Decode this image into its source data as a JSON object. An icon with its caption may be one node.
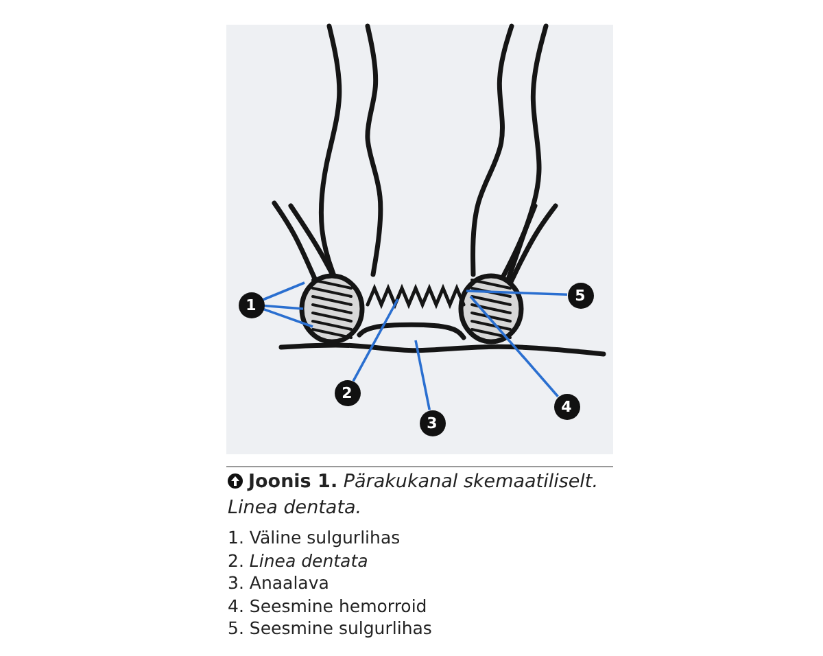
{
  "diagram": {
    "caption": "**Joonis 1.** *Pärakukanal skemaatiliselt. Linea dentata.*",
    "nodes": [
      {
        "text": [
          "1"
        ]
      },
      {
        "text": [
          "2"
        ]
      },
      {
        "text": [
          "3"
        ]
      },
      {
        "text": [
          "4"
        ]
      },
      {
        "text": [
          "5"
        ]
      }
    ],
    "edges": [
      {
        "from": 0,
        "to": null,
        "arrow": "none"
      },
      {
        "from": 0,
        "to": null,
        "arrow": "none"
      },
      {
        "from": 0,
        "to": null,
        "arrow": "none"
      },
      {
        "from": 1,
        "to": null,
        "arrow": "none"
      },
      {
        "from": 2,
        "to": null,
        "arrow": "none"
      },
      {
        "from": 3,
        "to": null,
        "arrow": "none"
      },
      {
        "from": 4,
        "to": null,
        "arrow": "none"
      }
    ],
    "labels": [
      "1. Väline sulgurlihas",
      "2. *Linea dentata*",
      "3. Anaalava",
      "4. Seesmine hemorroid",
      "5. Seesmine sulgurlihas"
    ]
  }
}
